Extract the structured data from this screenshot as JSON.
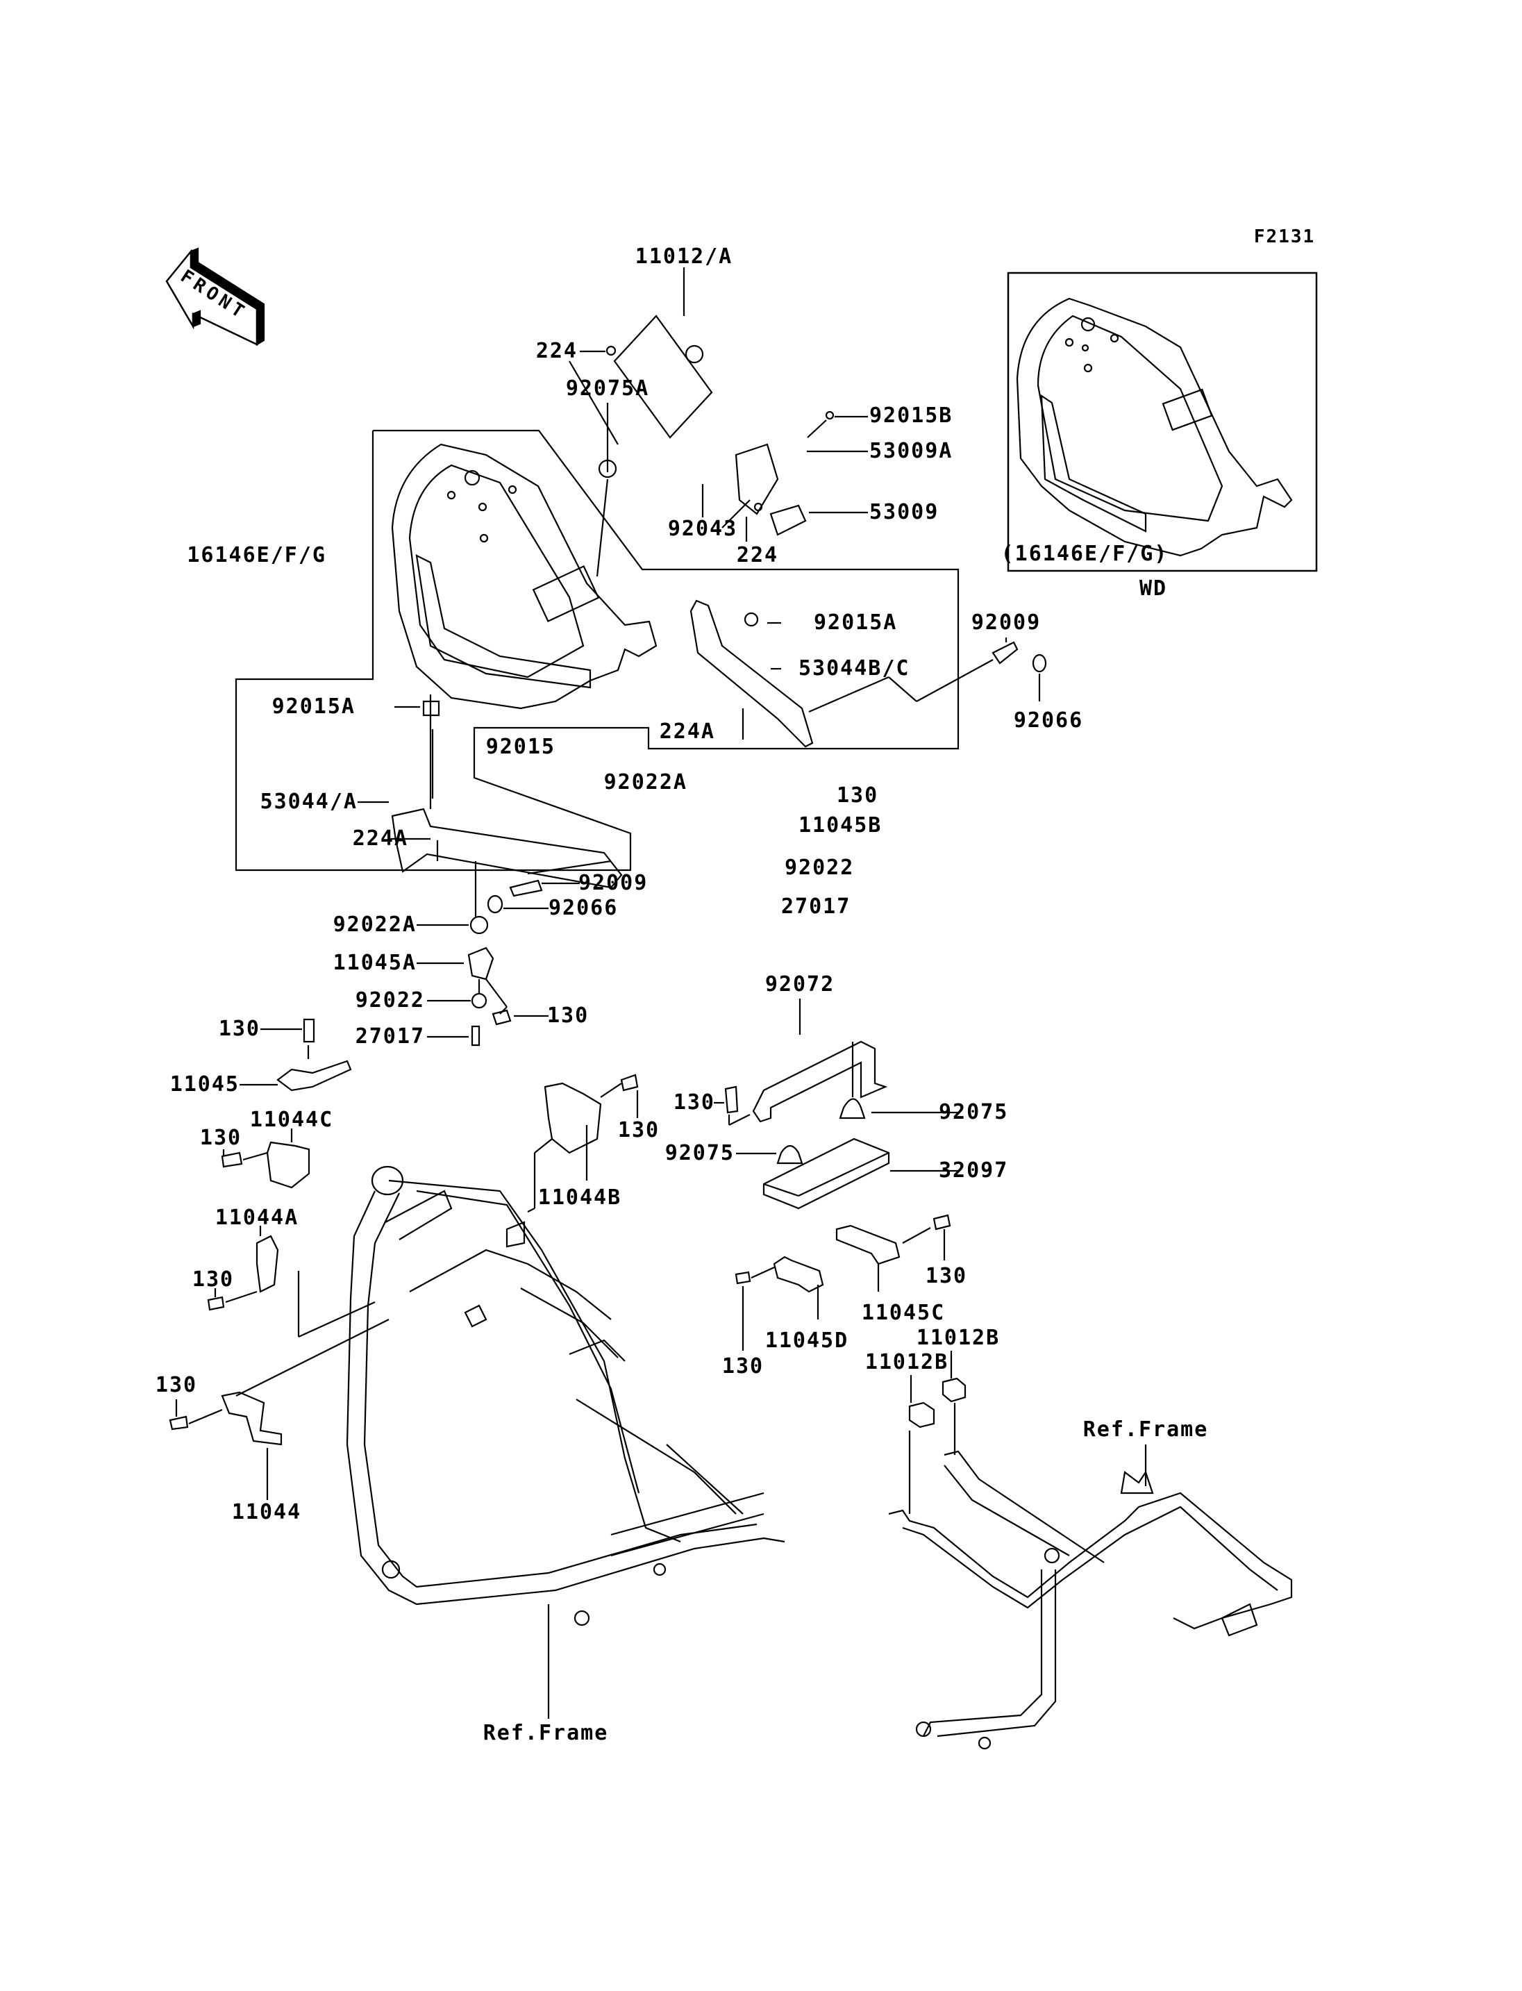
{
  "figure_code": "F2131",
  "front_indicator": "FRONT",
  "inset": {
    "label": "(16146E/F/G)",
    "caption": "WD"
  },
  "ref_labels": {
    "frame_left": "Ref.Frame",
    "frame_right": "Ref.Frame"
  },
  "parts": [
    {
      "id": "p1",
      "number": "11012/A"
    },
    {
      "id": "p2",
      "number": "224"
    },
    {
      "id": "p3",
      "number": "92075A"
    },
    {
      "id": "p4",
      "number": "92015B"
    },
    {
      "id": "p5",
      "number": "53009A"
    },
    {
      "id": "p6",
      "number": "92043"
    },
    {
      "id": "p7",
      "number": "53009"
    },
    {
      "id": "p8",
      "number": "224"
    },
    {
      "id": "p9",
      "number": "16146E/F/G"
    },
    {
      "id": "p10",
      "number": "92009"
    },
    {
      "id": "p11",
      "number": "92066"
    },
    {
      "id": "p12",
      "number": "92015A"
    },
    {
      "id": "p13",
      "number": "53044B/C"
    },
    {
      "id": "p14",
      "number": "224A"
    },
    {
      "id": "p15",
      "number": "92015A"
    },
    {
      "id": "p16",
      "number": "92015"
    },
    {
      "id": "p17",
      "number": "92022A"
    },
    {
      "id": "p18",
      "number": "130"
    },
    {
      "id": "p19",
      "number": "11045B"
    },
    {
      "id": "p20",
      "number": "53044/A"
    },
    {
      "id": "p21",
      "number": "224A"
    },
    {
      "id": "p22",
      "number": "92022"
    },
    {
      "id": "p23",
      "number": "92009"
    },
    {
      "id": "p24",
      "number": "27017"
    },
    {
      "id": "p25",
      "number": "92066"
    },
    {
      "id": "p26",
      "number": "92022A"
    },
    {
      "id": "p27",
      "number": "11045A"
    },
    {
      "id": "p28",
      "number": "92022"
    },
    {
      "id": "p29",
      "number": "130"
    },
    {
      "id": "p30",
      "number": "130"
    },
    {
      "id": "p31",
      "number": "27017"
    },
    {
      "id": "p32",
      "number": "92072"
    },
    {
      "id": "p33",
      "number": "11045"
    },
    {
      "id": "p34",
      "number": "11044C"
    },
    {
      "id": "p35",
      "number": "130"
    },
    {
      "id": "p36",
      "number": "130"
    },
    {
      "id": "p37",
      "number": "92075"
    },
    {
      "id": "p38",
      "number": "130"
    },
    {
      "id": "p39",
      "number": "92075"
    },
    {
      "id": "p40",
      "number": "32097"
    },
    {
      "id": "p41",
      "number": "11044B"
    },
    {
      "id": "p42",
      "number": "11044A"
    },
    {
      "id": "p43",
      "number": "130"
    },
    {
      "id": "p44",
      "number": "130"
    },
    {
      "id": "p45",
      "number": "11045C"
    },
    {
      "id": "p46",
      "number": "11012B"
    },
    {
      "id": "p47",
      "number": "11045D"
    },
    {
      "id": "p48",
      "number": "130"
    },
    {
      "id": "p49",
      "number": "11012B"
    },
    {
      "id": "p50",
      "number": "130"
    },
    {
      "id": "p51",
      "number": "11044"
    }
  ]
}
